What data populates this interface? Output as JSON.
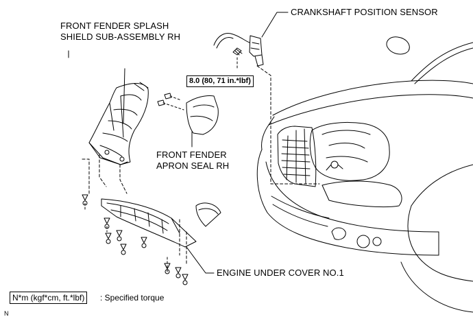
{
  "labels": {
    "crankshaft_sensor": "CRANKSHAFT POSITION SENSOR",
    "splash_shield_line1": "FRONT FENDER SPLASH",
    "splash_shield_line2": "SHIELD SUB-ASSEMBLY RH",
    "apron_seal_line1": "FRONT FENDER",
    "apron_seal_line2": "APRON SEAL RH",
    "under_cover": "ENGINE UNDER COVER NO.1"
  },
  "torque": {
    "value": "8.0 (80, 71 in.*lbf)"
  },
  "legend": {
    "unit_box": "N*m (kgf*cm, ft.*lbf)",
    "description": ": Specified torque"
  },
  "figure_code": "N"
}
